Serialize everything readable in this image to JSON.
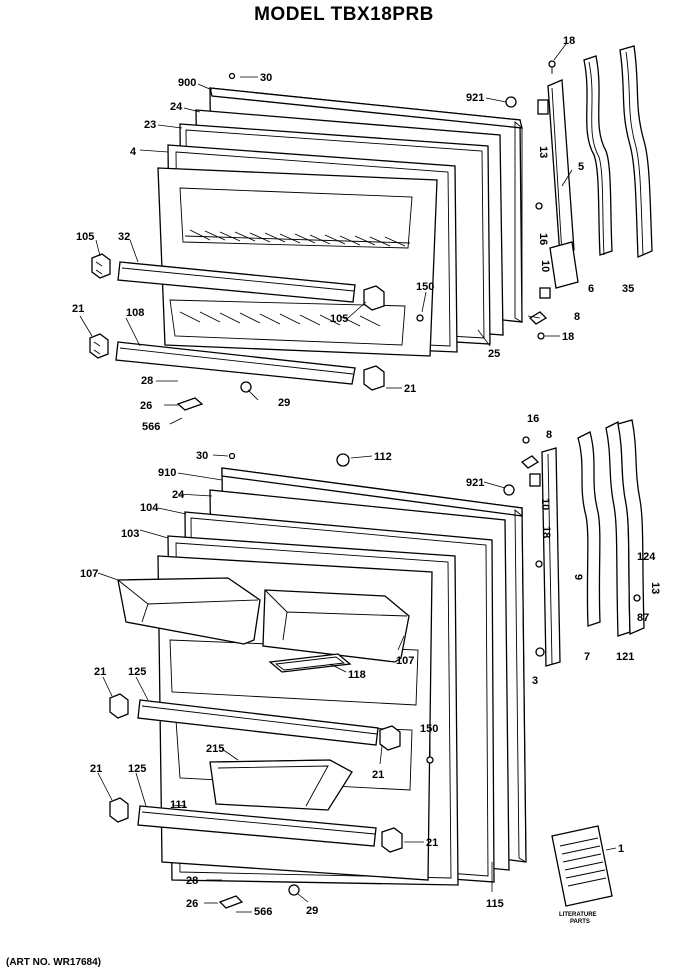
{
  "title": "MODEL TBX18PRB",
  "art_number": "(ART NO. WR17684)",
  "literature_label": [
    "LITERATURE",
    "PARTS"
  ],
  "labels": {
    "freezer": {
      "p18": "18",
      "p30": "30",
      "p900": "900",
      "p921": "921",
      "p24": "24",
      "p13": "13",
      "p23": "23",
      "p5": "5",
      "p4": "4",
      "p16": "16",
      "p105a": "105",
      "p32": "32",
      "p6": "6",
      "p35": "35",
      "p10": "10",
      "p150": "150",
      "p8": "8",
      "p105b": "105",
      "p21a": "21",
      "p108": "108",
      "p18b": "18",
      "p25": "25",
      "p28": "28",
      "p21b": "21",
      "p26": "26",
      "p29": "29",
      "p566": "566"
    },
    "fresh_food": {
      "p16": "16",
      "p8": "8",
      "p30": "30",
      "p112": "112",
      "p910": "910",
      "p921": "921",
      "p10": "10",
      "p24": "24",
      "p104": "104",
      "p18": "18",
      "p103": "103",
      "p124": "124",
      "p13": "13",
      "p107a": "107",
      "p9": "9",
      "p87": "87",
      "p118": "118",
      "p107b": "107",
      "p7": "7",
      "p121": "121",
      "p3": "3",
      "p21a": "21",
      "p125a": "125",
      "p150": "150",
      "p215": "215",
      "p21b": "21",
      "p21c": "21",
      "p125b": "125",
      "p111": "111",
      "p21d": "21",
      "p1": "1",
      "p115": "115",
      "p28": "28",
      "p26": "26",
      "p566": "566",
      "p29": "29"
    }
  }
}
